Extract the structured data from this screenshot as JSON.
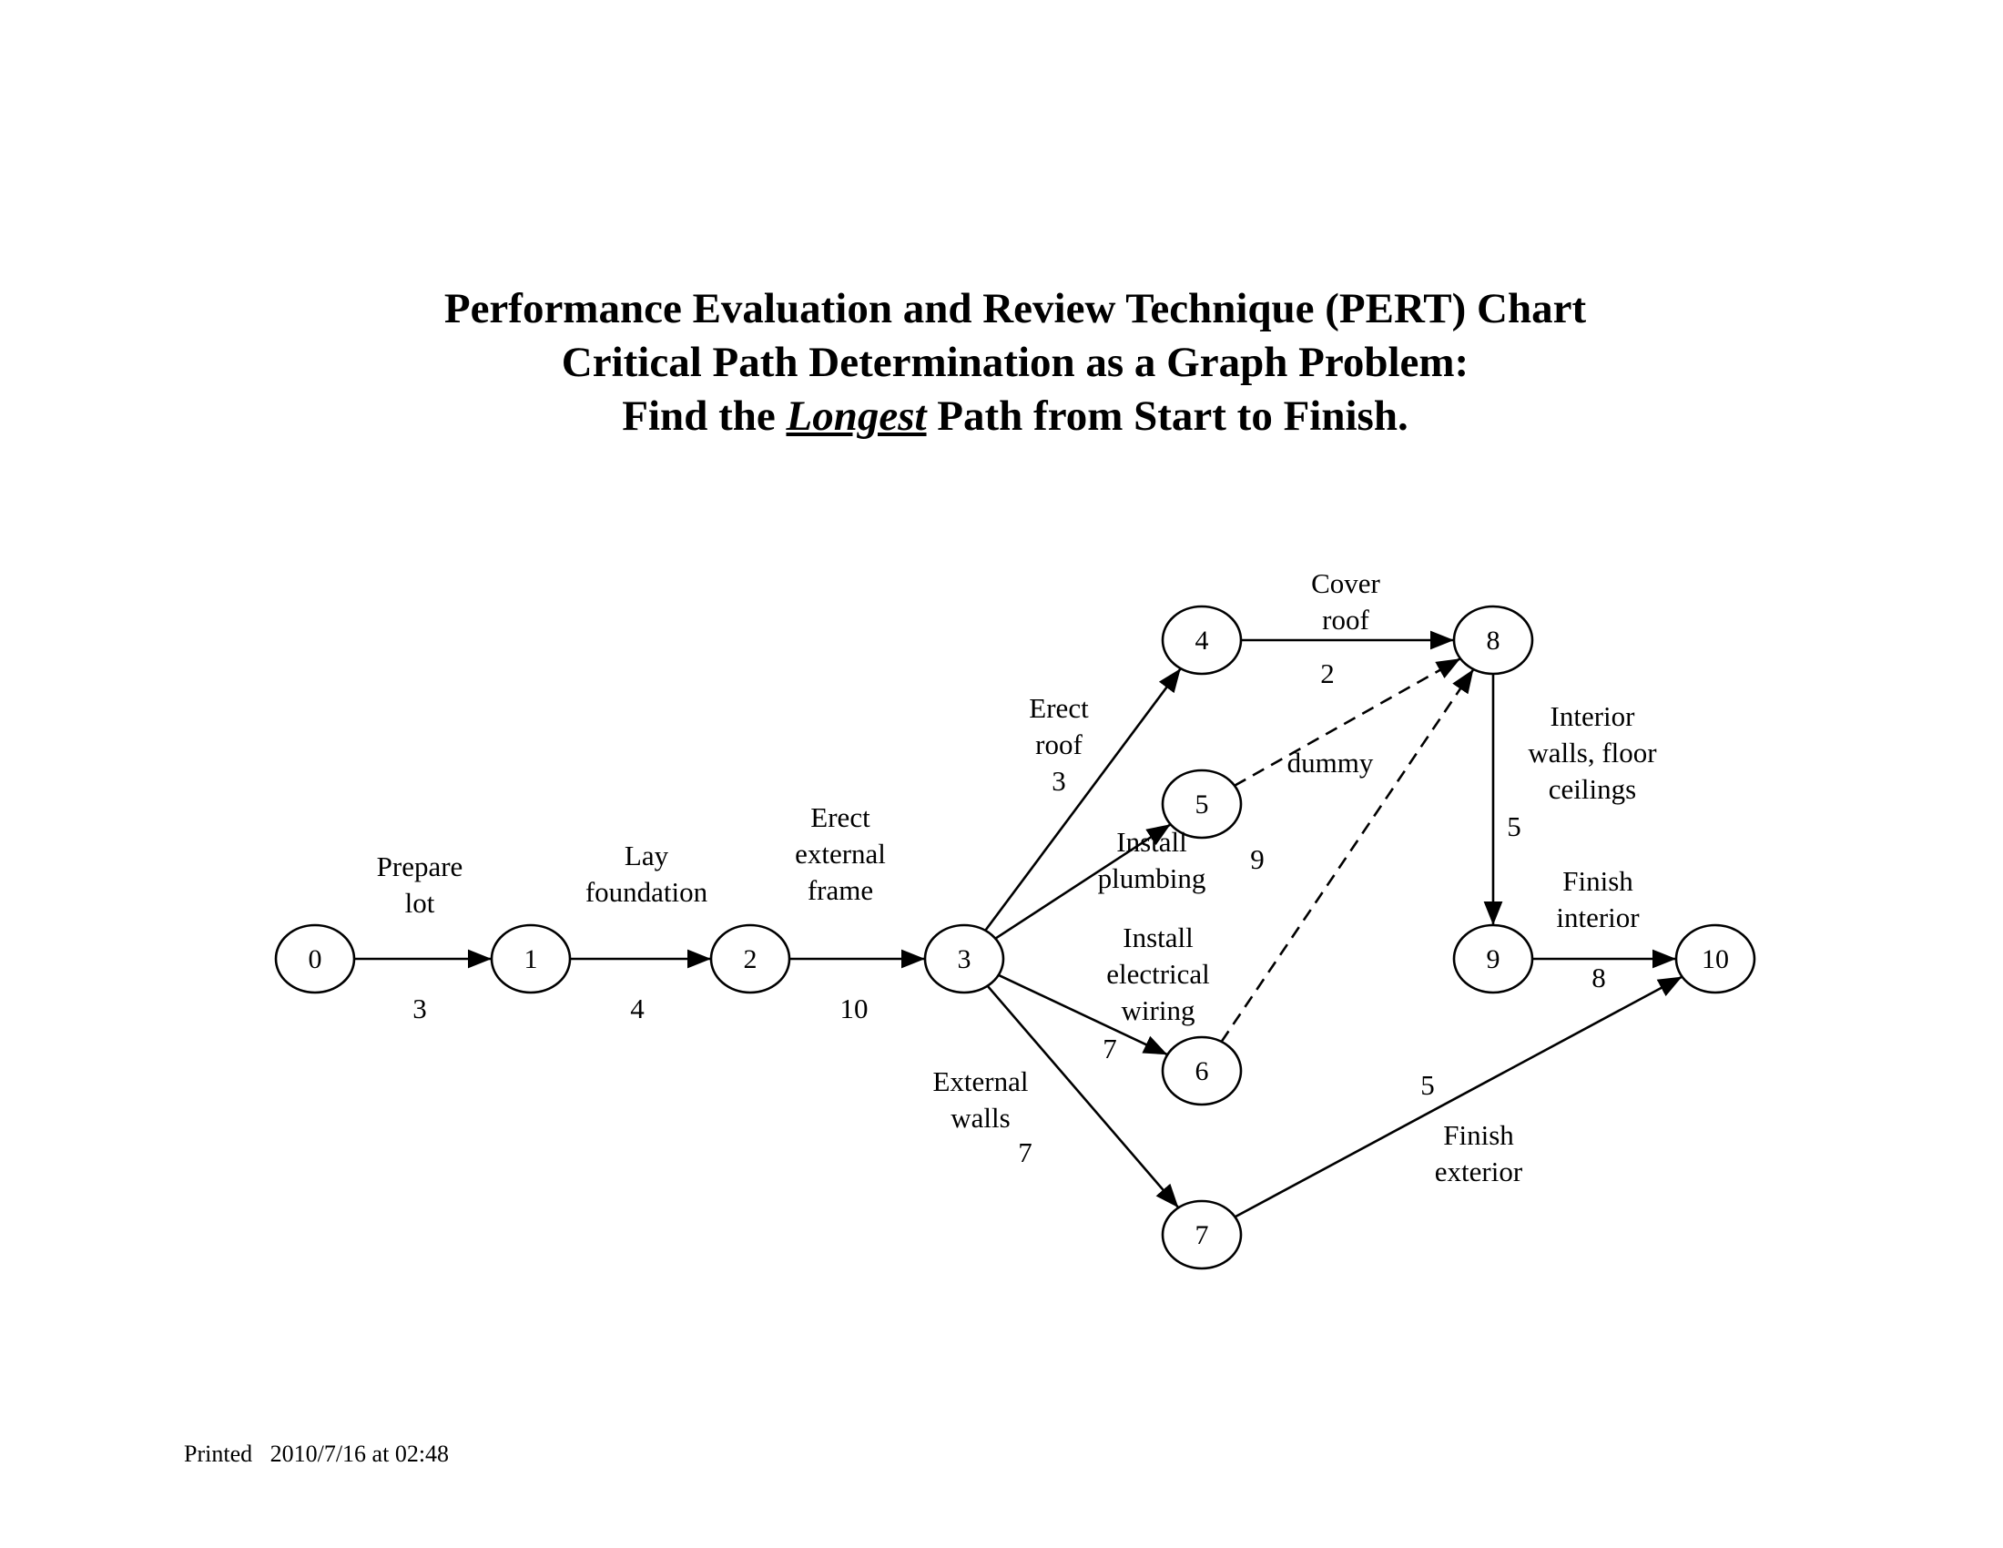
{
  "title": {
    "line1": "Performance Evaluation and Review Technique (PERT) Chart",
    "line2": "Critical Path Determination as a Graph Problem:",
    "line3_before": "Find the ",
    "line3_emph": "Longest",
    "line3_after": " Path from Start to Finish."
  },
  "nodes": [
    {
      "id": "0",
      "label": "0"
    },
    {
      "id": "1",
      "label": "1"
    },
    {
      "id": "2",
      "label": "2"
    },
    {
      "id": "3",
      "label": "3"
    },
    {
      "id": "4",
      "label": "4"
    },
    {
      "id": "5",
      "label": "5"
    },
    {
      "id": "6",
      "label": "6"
    },
    {
      "id": "7",
      "label": "7"
    },
    {
      "id": "8",
      "label": "8"
    },
    {
      "id": "9",
      "label": "9"
    },
    {
      "id": "10",
      "label": "10"
    }
  ],
  "edges": [
    {
      "from": "0",
      "to": "1",
      "activity": [
        "Prepare",
        "lot"
      ],
      "duration": "3",
      "style": "solid"
    },
    {
      "from": "1",
      "to": "2",
      "activity": [
        "Lay",
        "foundation"
      ],
      "duration": "4",
      "style": "solid"
    },
    {
      "from": "2",
      "to": "3",
      "activity": [
        "Erect",
        "external",
        "frame"
      ],
      "duration": "10",
      "style": "solid"
    },
    {
      "from": "3",
      "to": "4",
      "activity": [
        "Erect",
        "roof"
      ],
      "duration": "3",
      "style": "solid"
    },
    {
      "from": "3",
      "to": "5",
      "activity": [
        "Install",
        "plumbing"
      ],
      "duration": "9",
      "style": "solid"
    },
    {
      "from": "3",
      "to": "6",
      "activity": [
        "Install",
        "electrical",
        "wiring"
      ],
      "duration": "7",
      "style": "solid"
    },
    {
      "from": "3",
      "to": "7",
      "activity": [
        "External",
        "walls"
      ],
      "duration": "7",
      "style": "solid"
    },
    {
      "from": "4",
      "to": "8",
      "activity": [
        "Cover",
        "roof"
      ],
      "duration": "2",
      "style": "solid"
    },
    {
      "from": "5",
      "to": "8",
      "activity": [
        "dummy"
      ],
      "duration": "",
      "style": "dashed"
    },
    {
      "from": "6",
      "to": "8",
      "activity": [],
      "duration": "",
      "style": "dashed"
    },
    {
      "from": "8",
      "to": "9",
      "activity": [
        "Interior",
        "walls, floor",
        "ceilings"
      ],
      "duration": "5",
      "style": "solid"
    },
    {
      "from": "9",
      "to": "10",
      "activity": [
        "Finish",
        "interior"
      ],
      "duration": "8",
      "style": "solid"
    },
    {
      "from": "7",
      "to": "10",
      "activity": [
        "Finish",
        "exterior"
      ],
      "duration": "5",
      "style": "solid"
    }
  ],
  "footer": {
    "printed_label": "Printed",
    "printed_value": "2010/7/16 at 02:48"
  }
}
